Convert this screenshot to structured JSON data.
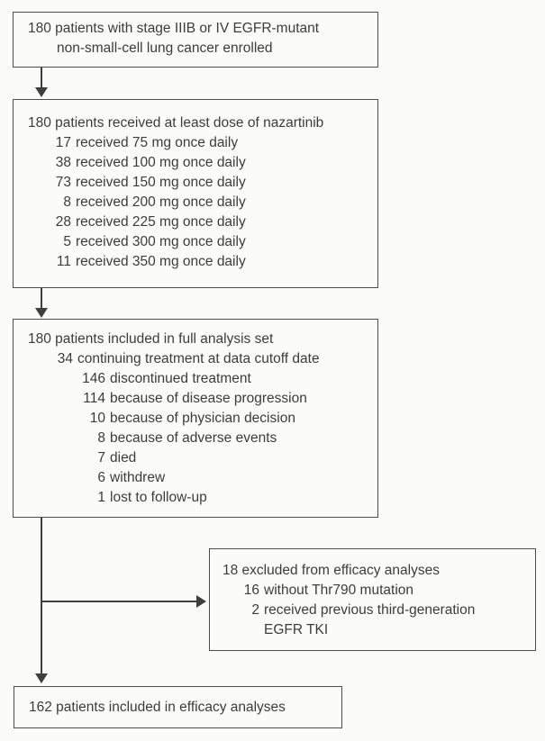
{
  "figure": {
    "type": "trial-profile-flow-diagram",
    "colors": {
      "border": "#4d4d4d",
      "text": "#3c3c3c",
      "background": "#fbfbfa",
      "arrow": "#3f3f3f"
    }
  },
  "boxes": {
    "enrolled": {
      "line1": "180 patients with stage IIIB or IV EGFR-mutant",
      "line2": "non-small-cell lung cancer enrolled"
    },
    "dosed": {
      "heading": "180 patients received at least dose of nazartinib",
      "items": [
        {
          "num": "17",
          "text": "received 75 mg once daily"
        },
        {
          "num": "38",
          "text": "received 100 mg once daily"
        },
        {
          "num": "73",
          "text": "received 150 mg once daily"
        },
        {
          "num": "8",
          "text": "received 200 mg once daily"
        },
        {
          "num": "28",
          "text": "received 225 mg once daily"
        },
        {
          "num": "5",
          "text": "received 300 mg once daily"
        },
        {
          "num": "11",
          "text": "received 350 mg once daily"
        }
      ]
    },
    "full_analysis": {
      "heading": "180 patients included in full analysis set",
      "items": [
        {
          "num": "34",
          "text": "continuing treatment at data cutoff date"
        },
        {
          "num": "146",
          "text": "discontinued treatment"
        },
        {
          "num": "114",
          "text": "because of disease progression"
        },
        {
          "num": "10",
          "text": "because of physician decision"
        },
        {
          "num": "8",
          "text": "because of adverse events"
        },
        {
          "num": "7",
          "text": "died"
        },
        {
          "num": "6",
          "text": "withdrew"
        },
        {
          "num": "1",
          "text": "lost to follow-up"
        }
      ]
    },
    "excluded": {
      "heading": "18 excluded from efficacy analyses",
      "items": [
        {
          "num": "16",
          "text": "without Thr790 mutation"
        },
        {
          "num": "2",
          "text": "received previous third-generation"
        }
      ],
      "continuation": "EGFR TKI"
    },
    "efficacy": {
      "line1": "162 patients included in efficacy analyses"
    }
  }
}
